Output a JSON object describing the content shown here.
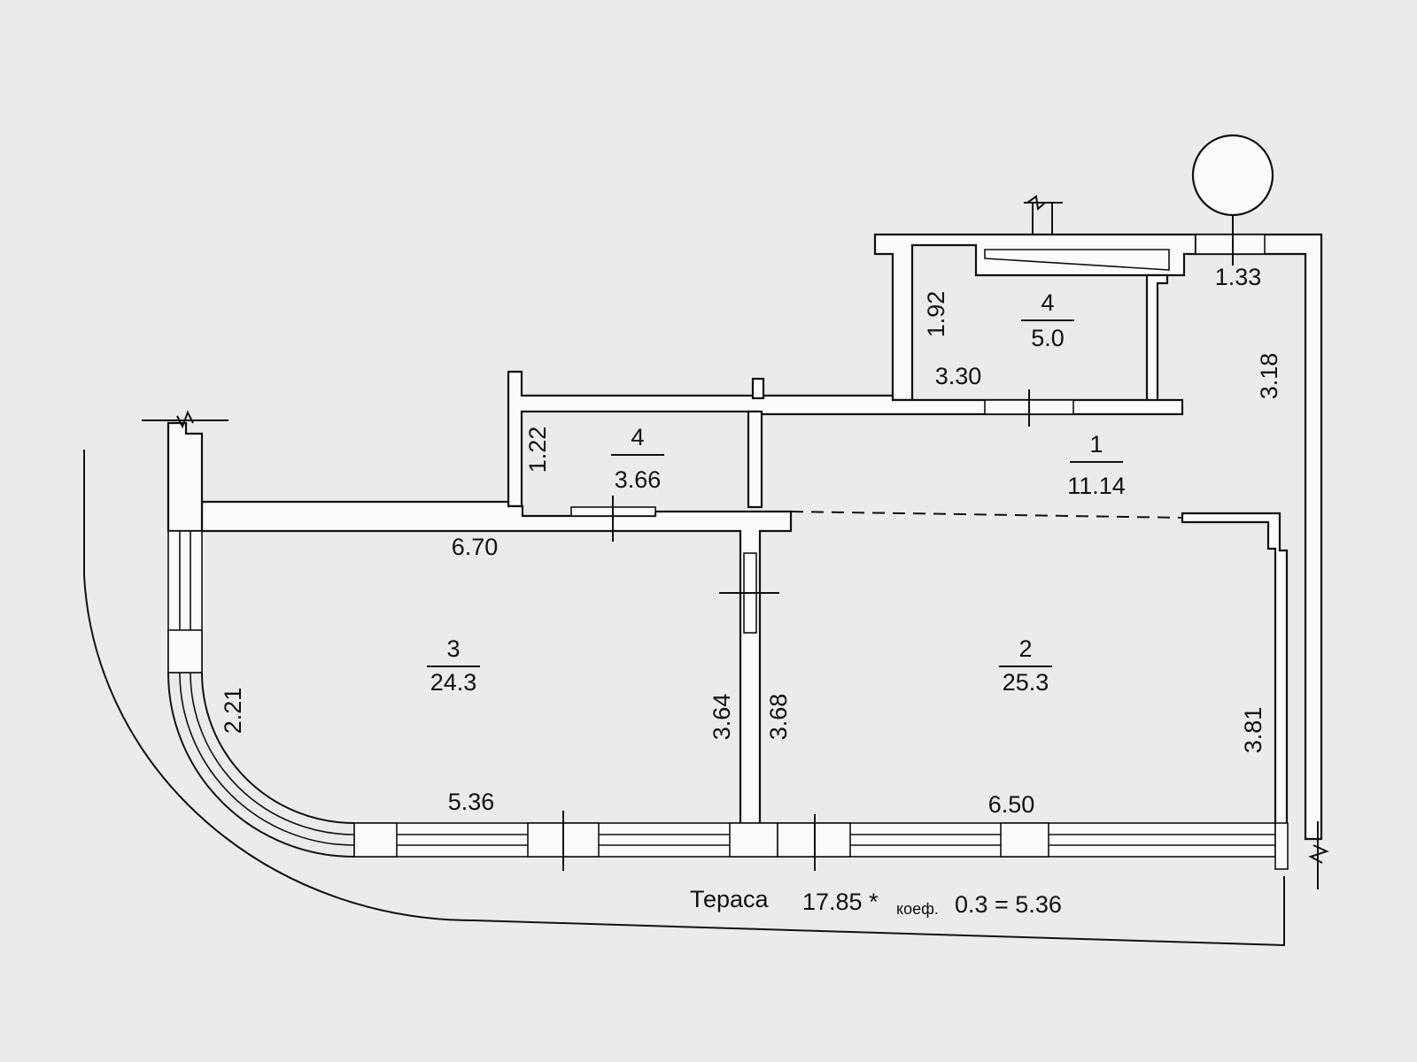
{
  "rooms": [
    {
      "number": "1",
      "area": "11.14"
    },
    {
      "number": "2",
      "area": "25.3"
    },
    {
      "number": "3",
      "area": "24.3"
    },
    {
      "number": "4",
      "area": "5.0"
    },
    {
      "number": "4",
      "area": "3.66"
    }
  ],
  "dimensions": {
    "d_1_33": "1.33",
    "d_3_18": "3.18",
    "d_1_92": "1.92",
    "d_3_30": "3.30",
    "d_1_22": "1.22",
    "d_6_70": "6.70",
    "d_2_21": "2.21",
    "d_3_64": "3.64",
    "d_3_68": "3.68",
    "d_3_81": "3.81",
    "d_5_36": "5.36",
    "d_6_50": "6.50"
  },
  "terrace": {
    "label": "Тераса",
    "area": "17.85 *",
    "coef_label": "коеф.",
    "formula": "0.3 = 5.36"
  }
}
